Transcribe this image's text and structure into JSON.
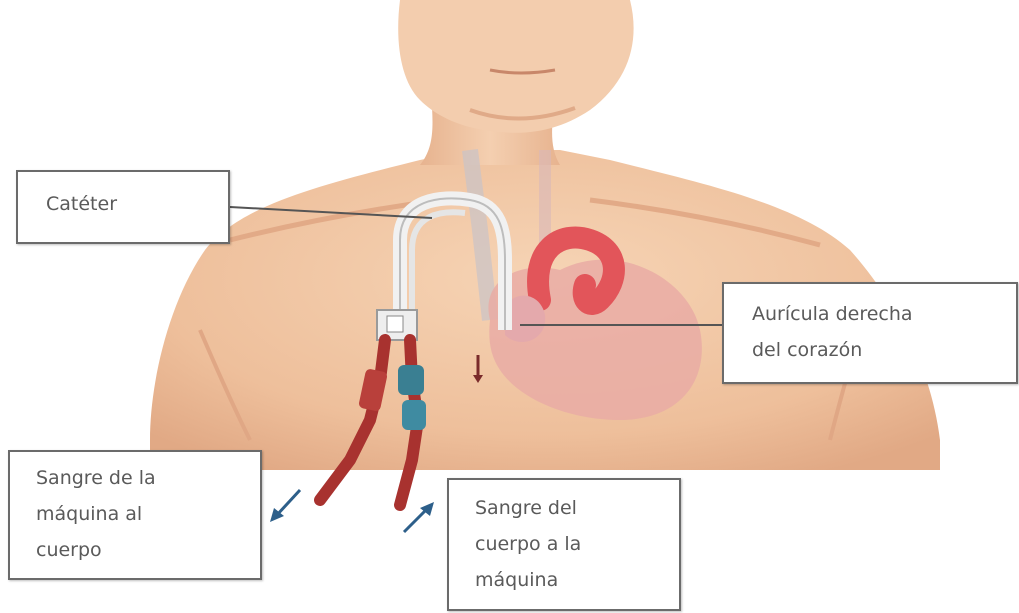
{
  "diagram": {
    "labels": {
      "cateter": "Catéter",
      "auricula": "Aurícula derecha\ndel corazón",
      "sangre_maquina_cuerpo": "Sangre de la\nmáquina al\ncuerpo",
      "sangre_cuerpo_maquina": "Sangre del\ncuerpo a la\nmáquina"
    },
    "colors": {
      "skin": "#f2c9a6",
      "skin_shadow": "#e3a886",
      "heart": "#e7a5a0",
      "aorta": "#e4595a",
      "catheter_tube": "#e9e9e9",
      "red_line": "#a8322f",
      "blue_line": "#3a7f92",
      "leader_line": "#555555",
      "arrow": "#2d5f8a"
    }
  }
}
